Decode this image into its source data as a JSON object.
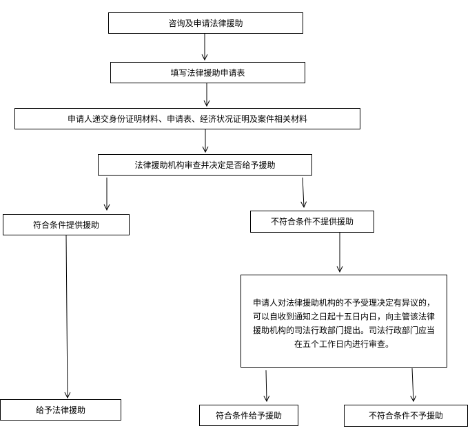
{
  "flow": {
    "consult": "咨询及申请法律援助",
    "fill_form": "填写法律援助申请表",
    "submit_materials": "申请人递交身份证明材料、申请表、经济状况证明及案件相关材料",
    "review": "法律援助机构审查并决定是否给予援助",
    "eligible": "符合条件提供援助",
    "ineligible": "不符合条件不提供援助",
    "grant": "给予法律援助",
    "objection": "申请人对法律援助机构的不予受理决定有异议的，可以自收到通知之日起十五日内日，向主管该法律援助机构的司法行政部门提出。司法行政部门应当在五个工作日内进行审查。",
    "review_eligible": "符合条件给予援助",
    "review_ineligible": "不符合条件不予援助"
  }
}
